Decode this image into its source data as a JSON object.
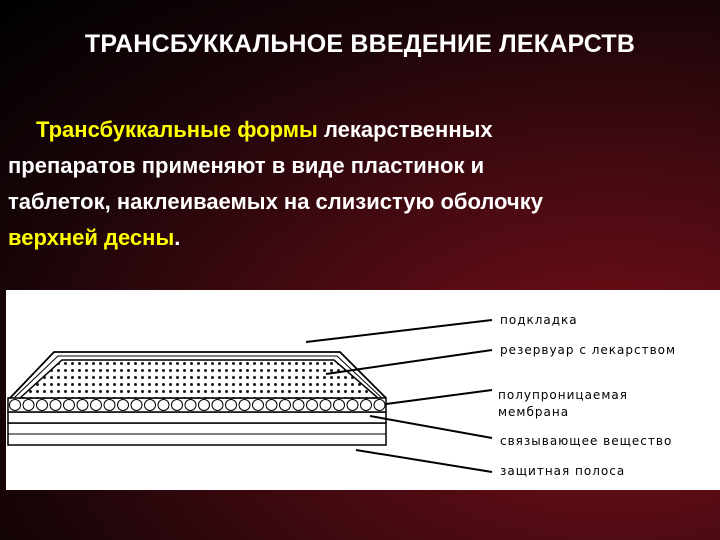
{
  "slide": {
    "title": "ТРАНСБУККАЛЬНОЕ ВВЕДЕНИЕ ЛЕКАРСТВ",
    "body": {
      "highlight1": "Трансбуккальные формы",
      "text1": " лекарственных",
      "text2": "препаратов применяют в виде пластинок и",
      "text3": "таблеток, наклеиваемых на слизистую оболочку",
      "highlight2": "верхней десны",
      "text4": "."
    },
    "colors": {
      "title": "#ffffff",
      "text": "#ffffff",
      "highlight": "#ffff00",
      "background": "#3a0a10"
    }
  },
  "diagram": {
    "labels": {
      "backing": "подкладка",
      "reservoir": "резервуар с лекарством",
      "membrane_1": "полупроницаемая",
      "membrane_2": "мембрана",
      "adhesive": "связывающее вещество",
      "liner": "защитная полоса"
    }
  }
}
